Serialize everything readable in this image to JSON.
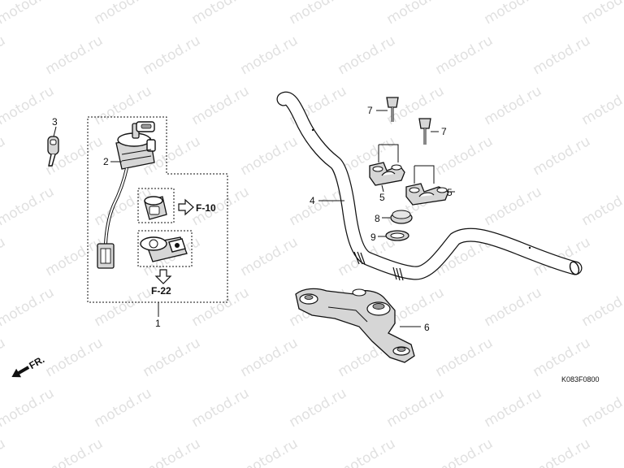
{
  "watermark": {
    "text": "motod.ru"
  },
  "callouts": {
    "c1": "1",
    "c2": "2",
    "c3": "3",
    "c4": "4",
    "c5a": "5",
    "c5b": "5",
    "c6": "6",
    "c7a": "7",
    "c7b": "7",
    "c8": "8",
    "c9": "9"
  },
  "refs": {
    "f10": "F-10",
    "f22": "F-22"
  },
  "front_marker": "FR.",
  "drawing_code": "K083F0800",
  "colors": {
    "line": "#111111",
    "fill_gray": "#d6d6d6",
    "watermark": "#c8c8c8"
  }
}
